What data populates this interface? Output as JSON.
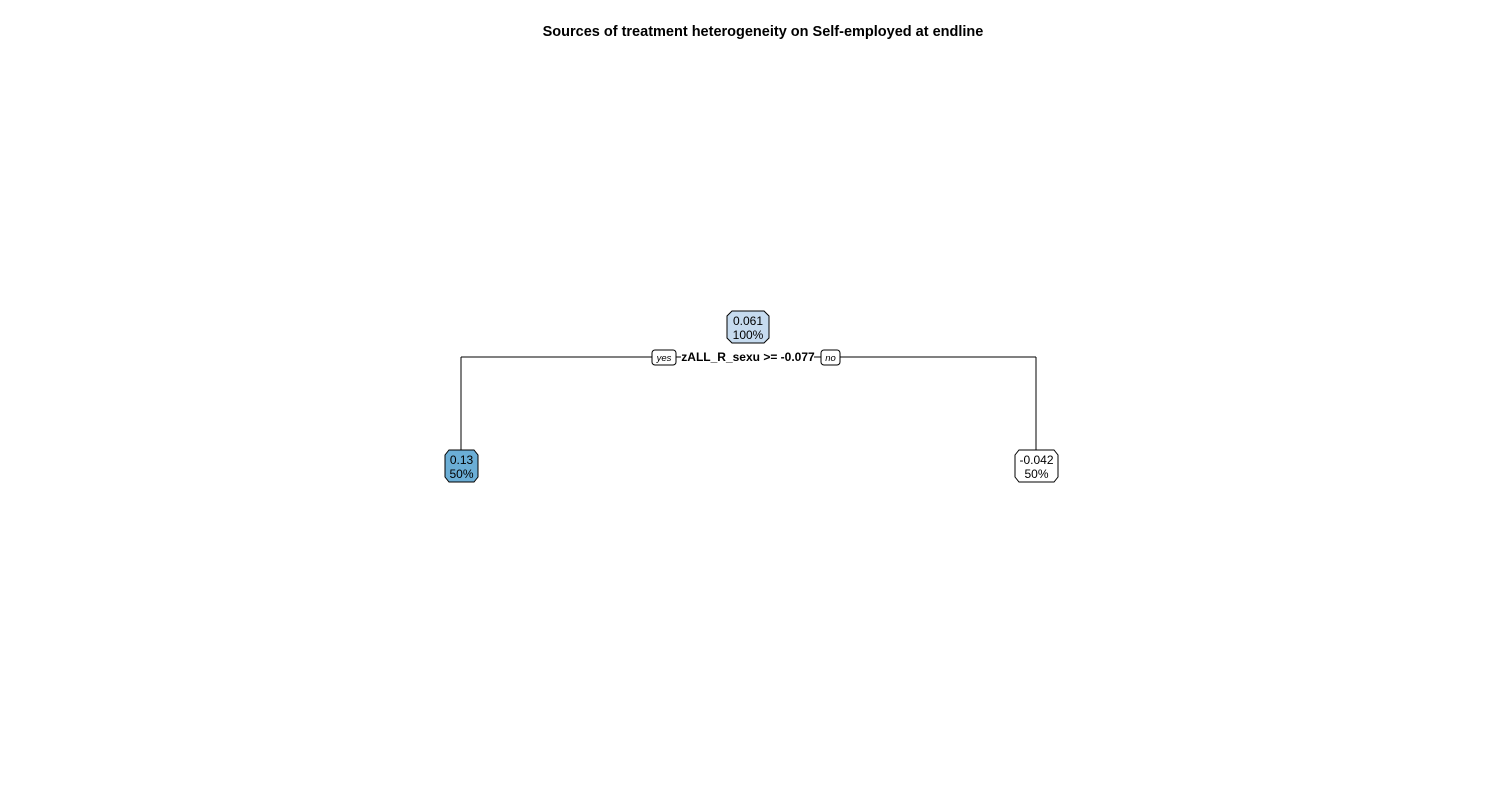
{
  "title": "Sources of treatment heterogeneity on Self-employed at endline",
  "tree": {
    "root": {
      "value": "0.061",
      "percent": "100%",
      "fill": "#c6dbef"
    },
    "split": {
      "label": "zALL_R_sexu >= -0.077",
      "yes_label": "yes",
      "no_label": "no"
    },
    "left_leaf": {
      "value": "0.13",
      "percent": "50%",
      "fill": "#6baed6"
    },
    "right_leaf": {
      "value": "-0.042",
      "percent": "50%",
      "fill": "#ffffff"
    }
  }
}
